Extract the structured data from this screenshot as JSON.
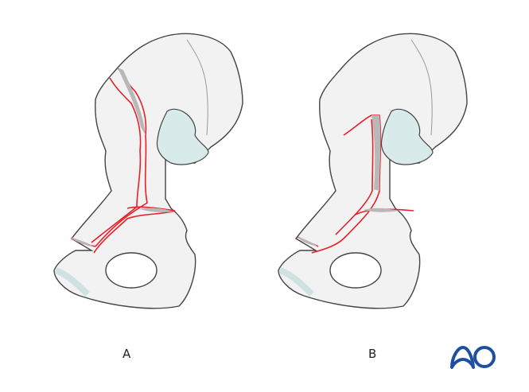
{
  "figures": [
    {
      "id": "A",
      "label": "A",
      "description": "Pelvic bone (hemipelvis) lateral view with fracture lines: posterior column fracture plus transverse component"
    },
    {
      "id": "B",
      "label": "B",
      "description": "Pelvic bone (hemipelvis) lateral view with fracture lines: posterior wall / column segment fracture plus transverse component"
    }
  ],
  "logo": {
    "text": "AO",
    "color": "#1e4fa0"
  },
  "colors": {
    "bone_fill": "#f2f2f2",
    "bone_shade": "#e3e3e3",
    "outline": "#444444",
    "fracture": "#e8202a",
    "fracture_gap": "#b8b8b8",
    "cartilage": "#d9eaea"
  }
}
